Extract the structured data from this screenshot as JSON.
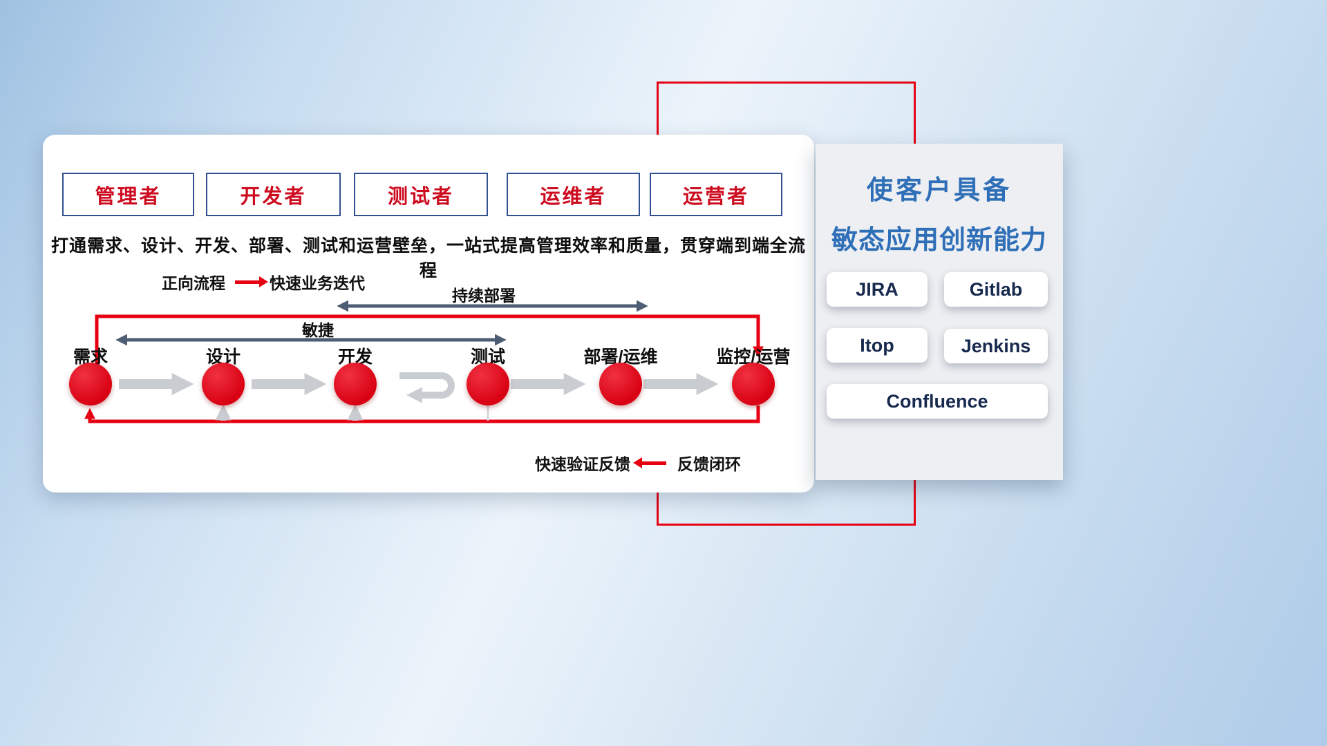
{
  "colors": {
    "primary_red": "#e60012",
    "role_text_red": "#cd0a1e",
    "role_border_navy": "#32508f",
    "slate_arrow": "#4d5d73",
    "gray_arrow": "#c9ccd0",
    "panel_title_blue": "#2f6fb8",
    "tool_text_navy": "#17294e"
  },
  "roles": [
    {
      "label": "管理者"
    },
    {
      "label": "开发者"
    },
    {
      "label": "测试者"
    },
    {
      "label": "运维者"
    },
    {
      "label": "运营者"
    }
  ],
  "subtitle": "打通需求、设计、开发、部署、测试和运营壁垒，一站式提高管理效率和质量，贯穿端到端全流程",
  "legend_top": {
    "label": "正向流程",
    "value": "快速业务迭代"
  },
  "flow_labels": {
    "continuous_deployment": "持续部署",
    "agile": "敏捷"
  },
  "stages": [
    "需求",
    "设计",
    "开发",
    "测试",
    "部署/运维",
    "监控/运营"
  ],
  "legend_bottom": {
    "label": "快速验证反馈",
    "value": "反馈闭环"
  },
  "right_panel": {
    "title_line1": "使客户具备",
    "title_line2": "敏态应用创新能力",
    "tools": [
      "JIRA",
      "Gitlab",
      "Itop",
      "Jenkins",
      "Confluence"
    ]
  }
}
